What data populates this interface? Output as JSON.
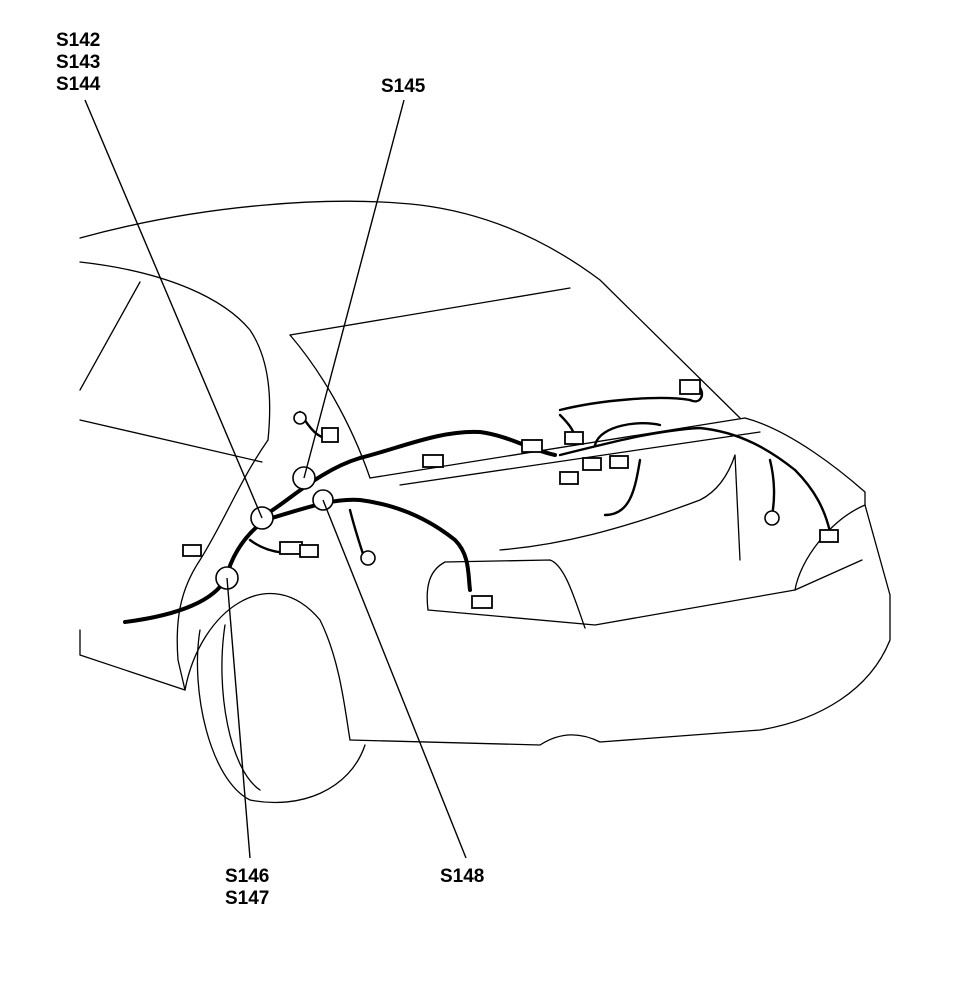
{
  "labels": {
    "top_left": [
      "S142",
      "S143",
      "S144"
    ],
    "top_mid": "S145",
    "bottom_left": [
      "S146",
      "S147"
    ],
    "bottom_mid": "S148"
  },
  "colors": {
    "line": "#000000",
    "background": "#ffffff"
  }
}
